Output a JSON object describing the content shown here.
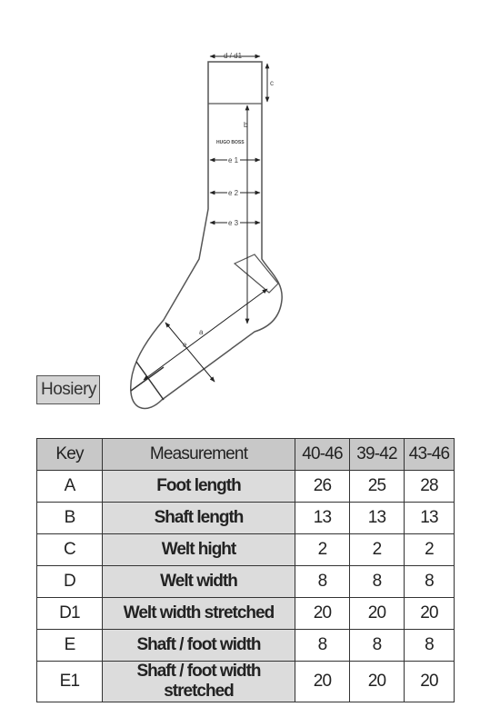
{
  "diagram": {
    "label_d": "d / d1",
    "label_c": "c",
    "label_b": "b",
    "brand": "HUGO BOSS",
    "label_e1": "e 1",
    "label_e2": "e 2",
    "label_e3": "e 3",
    "label_e": "e",
    "label_a": "a"
  },
  "category_label": "Hosiery",
  "table": {
    "headers": [
      "Key",
      "Measurement",
      "40-46",
      "39-42",
      "43-46"
    ],
    "rows": [
      {
        "key": "A",
        "measurement": "Foot length",
        "values": [
          "26",
          "25",
          "28"
        ]
      },
      {
        "key": "B",
        "measurement": "Shaft length",
        "values": [
          "13",
          "13",
          "13"
        ]
      },
      {
        "key": "C",
        "measurement": "Welt hight",
        "values": [
          "2",
          "2",
          "2"
        ]
      },
      {
        "key": "D",
        "measurement": "Welt width",
        "values": [
          "8",
          "8",
          "8"
        ]
      },
      {
        "key": "D1",
        "measurement": "Welt width stretched",
        "values": [
          "20",
          "20",
          "20"
        ]
      },
      {
        "key": "E",
        "measurement": "Shaft / foot width",
        "values": [
          "8",
          "8",
          "8"
        ]
      },
      {
        "key": "E1",
        "measurement": "Shaft / foot width stretched",
        "values": [
          "20",
          "20",
          "20"
        ]
      }
    ]
  }
}
